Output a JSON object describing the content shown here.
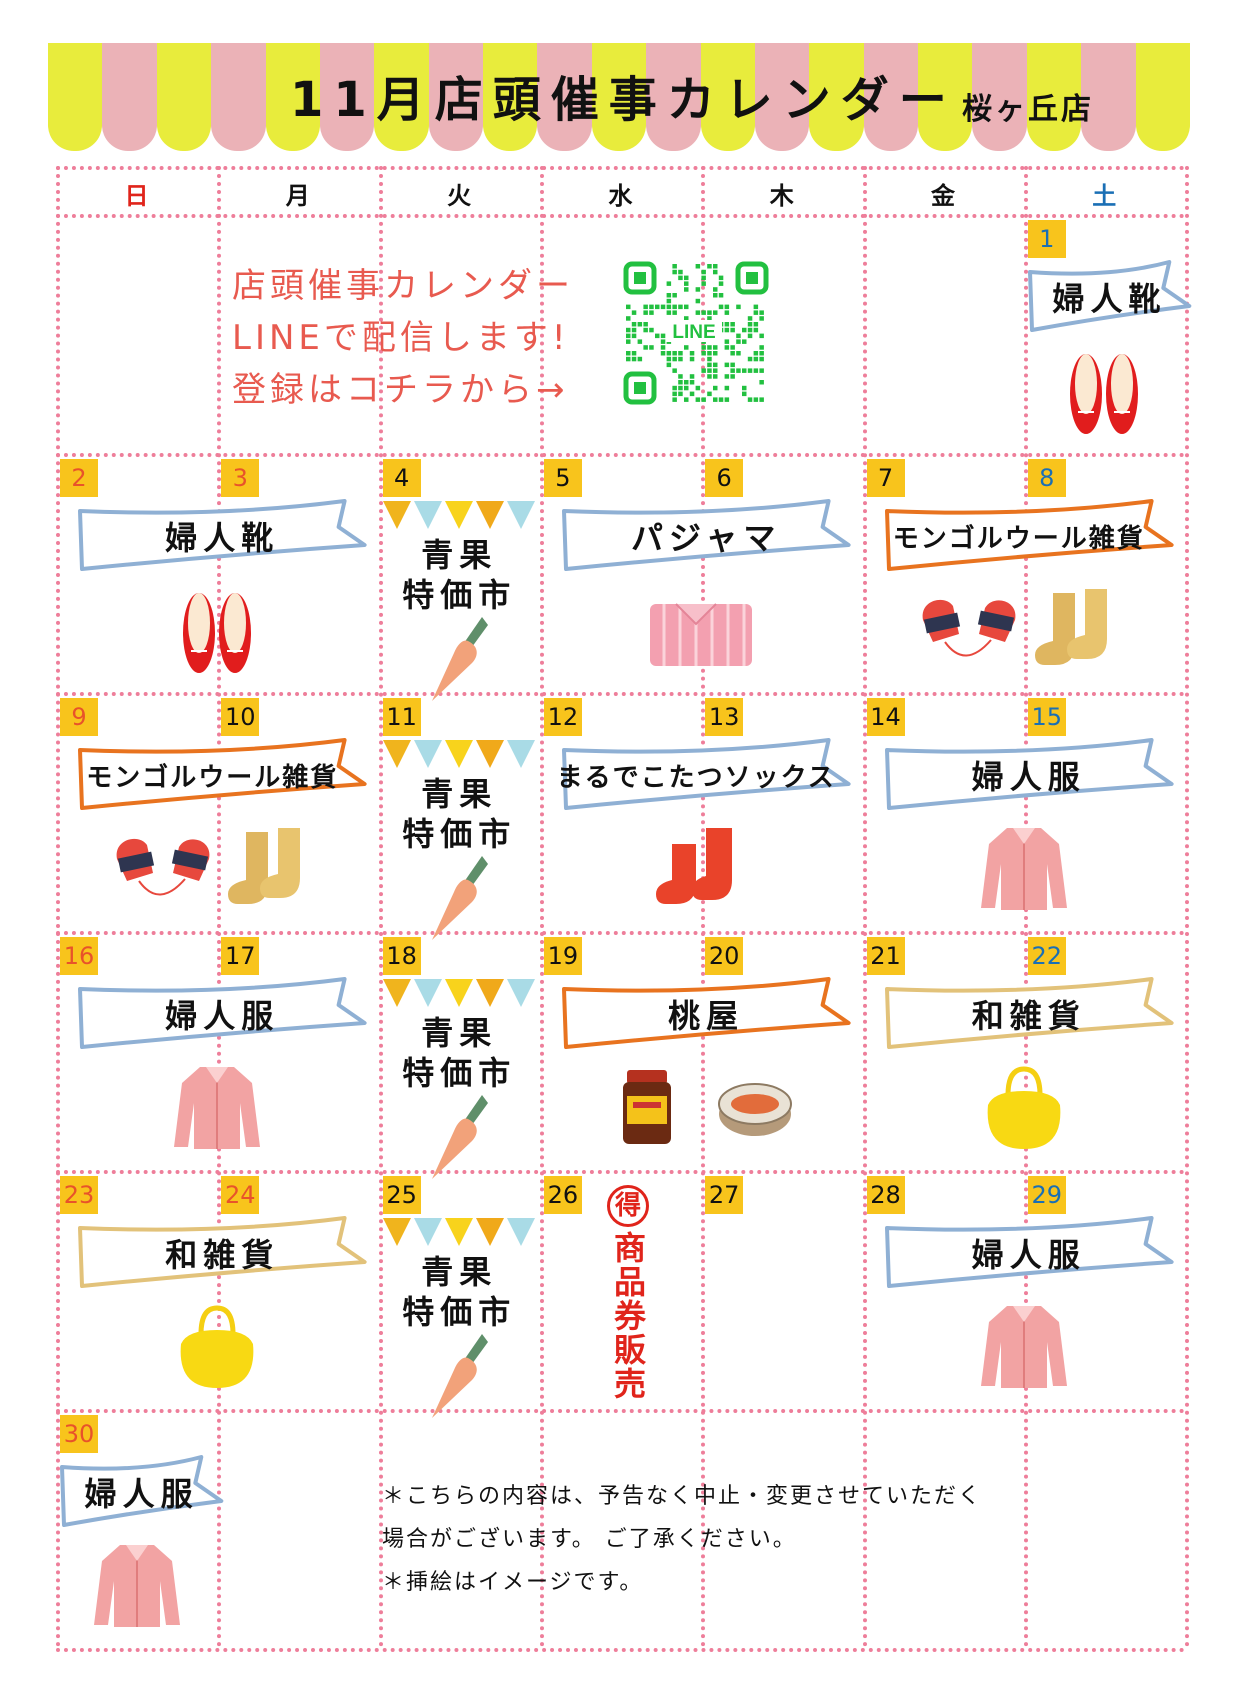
{
  "header": {
    "title": "11月店頭催事カレンダー",
    "store": "桜ヶ丘店"
  },
  "colors": {
    "awning_yellow": "#e8ec3c",
    "awning_pink": "#ebb2b7",
    "grid": "#ee7e9a",
    "badge": "#f8c41c",
    "sunday": "#e8532a",
    "saturday": "#1a6fb5",
    "weekday": "#111111"
  },
  "weekdays": [
    {
      "label": "日",
      "color": "#e0241b"
    },
    {
      "label": "月",
      "color": "#111111"
    },
    {
      "label": "火",
      "color": "#111111"
    },
    {
      "label": "水",
      "color": "#111111"
    },
    {
      "label": "木",
      "color": "#111111"
    },
    {
      "label": "金",
      "color": "#111111"
    },
    {
      "label": "土",
      "color": "#1a6fb5"
    }
  ],
  "month": {
    "first_weekday": 6,
    "days": 30,
    "holidays": [
      3,
      23,
      24
    ]
  },
  "promo": {
    "lines": [
      "店頭催事カレンダー",
      "LINEで配信します!",
      "登録はコチラから→"
    ],
    "qr_label": "LINE"
  },
  "events": [
    {
      "days": [
        1
      ],
      "type": "ribbon",
      "label": "婦人靴",
      "color": "#8fb0d4",
      "icons": [
        "shoes-icon"
      ]
    },
    {
      "days": [
        2,
        3
      ],
      "type": "ribbon",
      "label": "婦人靴",
      "color": "#8fb0d4",
      "icons": [
        "shoes-icon"
      ]
    },
    {
      "days": [
        4
      ],
      "type": "market",
      "label": [
        "青果",
        "特価市"
      ],
      "icons": [
        "carrot-icon"
      ]
    },
    {
      "days": [
        5,
        6
      ],
      "type": "ribbon",
      "label": "パジャマ",
      "color": "#8fb0d4",
      "icons": [
        "pajama-icon"
      ]
    },
    {
      "days": [
        7,
        8
      ],
      "type": "ribbon",
      "label": "モンゴルウール雑貨",
      "color": "#e8731f",
      "icons": [
        "mittens-icon",
        "socks-icon"
      ]
    },
    {
      "days": [
        9,
        10
      ],
      "type": "ribbon",
      "label": "モンゴルウール雑貨",
      "color": "#e8731f",
      "icons": [
        "mittens-icon",
        "socks-icon"
      ]
    },
    {
      "days": [
        11
      ],
      "type": "market",
      "label": [
        "青果",
        "特価市"
      ],
      "icons": [
        "carrot-icon"
      ]
    },
    {
      "days": [
        12,
        13
      ],
      "type": "ribbon",
      "label": "まるでこたつソックス",
      "color": "#8fb0d4",
      "icons": [
        "red-socks-icon"
      ]
    },
    {
      "days": [
        14,
        15
      ],
      "type": "ribbon",
      "label": "婦人服",
      "color": "#8fb0d4",
      "icons": [
        "cardigan-icon"
      ]
    },
    {
      "days": [
        16,
        17
      ],
      "type": "ribbon",
      "label": "婦人服",
      "color": "#8fb0d4",
      "icons": [
        "cardigan-icon"
      ]
    },
    {
      "days": [
        18
      ],
      "type": "market",
      "label": [
        "青果",
        "特価市"
      ],
      "icons": [
        "carrot-icon"
      ]
    },
    {
      "days": [
        19,
        20
      ],
      "type": "ribbon",
      "label": "桃屋",
      "color": "#e8731f",
      "icons": [
        "jar-icon",
        "can-icon"
      ]
    },
    {
      "days": [
        21,
        22
      ],
      "type": "ribbon",
      "label": "和雑貨",
      "color": "#e2c27a",
      "icons": [
        "tote-bag-icon"
      ]
    },
    {
      "days": [
        23,
        24
      ],
      "type": "ribbon",
      "label": "和雑貨",
      "color": "#e2c27a",
      "icons": [
        "tote-bag-icon"
      ]
    },
    {
      "days": [
        25
      ],
      "type": "market",
      "label": [
        "青果",
        "特価市"
      ],
      "icons": [
        "carrot-icon"
      ]
    },
    {
      "days": [
        28,
        29
      ],
      "type": "ribbon",
      "label": "婦人服",
      "color": "#8fb0d4",
      "icons": [
        "cardigan-icon"
      ]
    },
    {
      "days": [
        30
      ],
      "type": "ribbon",
      "label": "婦人服",
      "color": "#8fb0d4",
      "icons": [
        "cardigan-icon"
      ]
    }
  ],
  "coupon": {
    "mark": "得",
    "text": "商品券販売"
  },
  "notes": [
    "＊こちらの内容は、予告なく中止・変更させていただく",
    "場合がございます。 ご了承ください。",
    "＊挿絵はイメージです。"
  ]
}
